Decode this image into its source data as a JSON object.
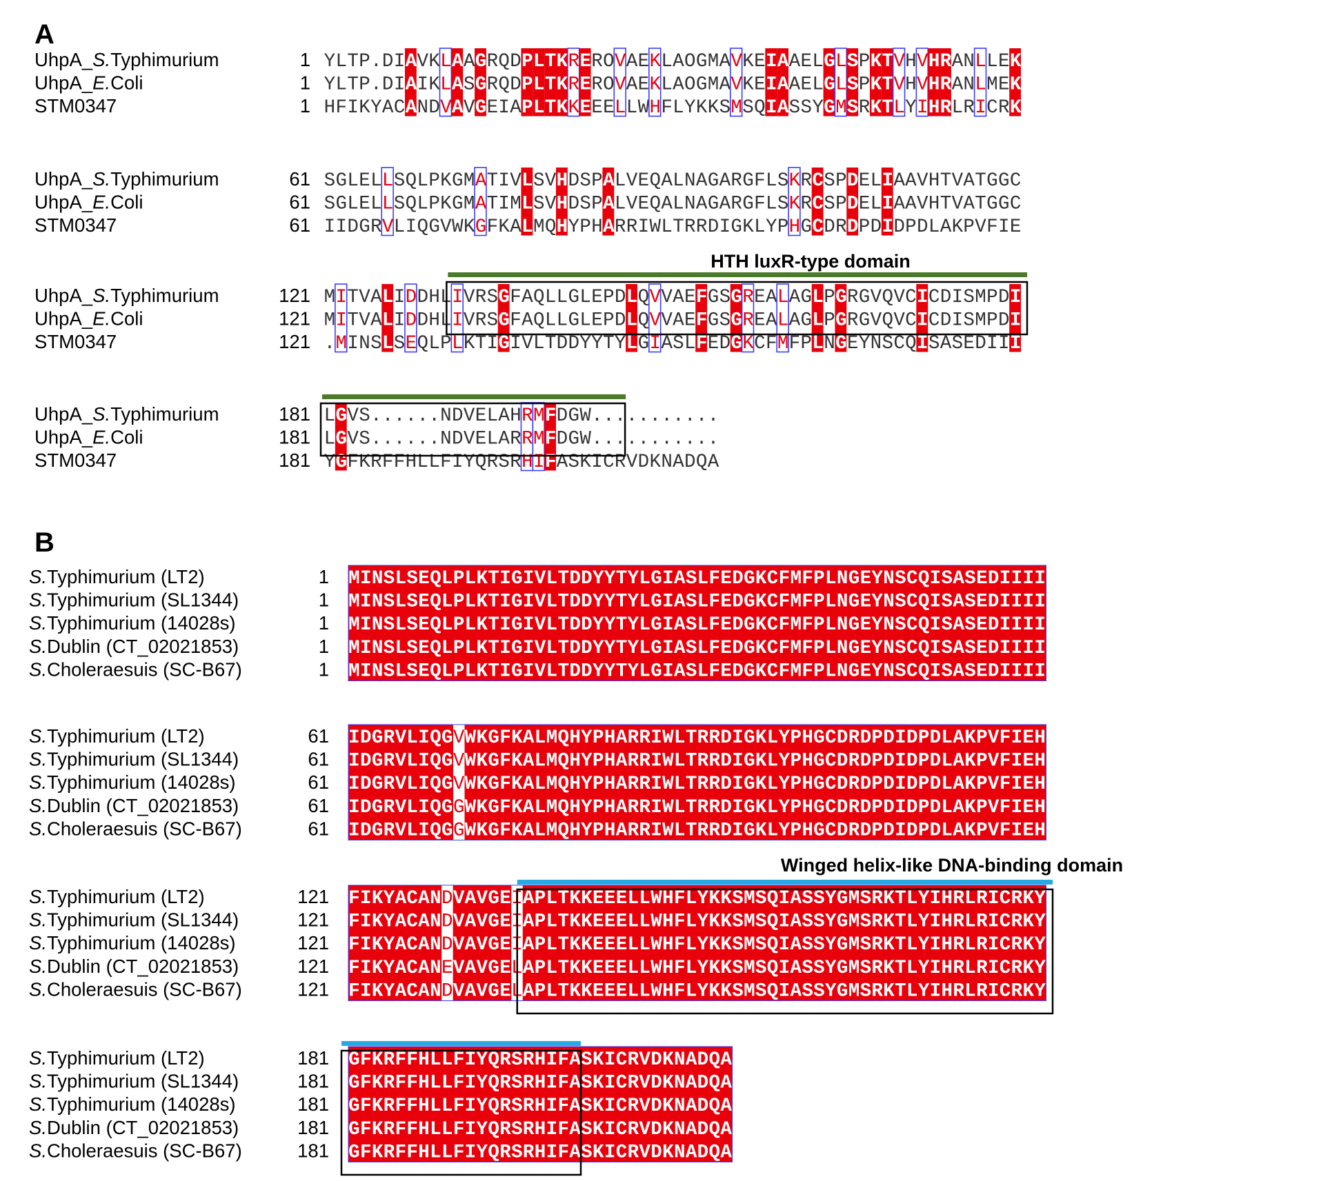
{
  "colors": {
    "strict": "#e8000b",
    "similar_text": "#e8000b",
    "similar_box": "#3b3bff",
    "domain_A": "#4a7a2a",
    "domain_B": "#27aae1",
    "frame": "#000000"
  },
  "panels": [
    {
      "label": "A",
      "domain": {
        "label": "HTH luxR-type domain",
        "start": 63,
        "end": 197
      },
      "sequences": [
        {
          "name_parts": [
            {
              "t": "UhpA_",
              "i": false
            },
            {
              "t": "S.",
              "i": true
            },
            {
              "t": "Typhimurium",
              "i": false
            }
          ],
          "in_domain": true
        },
        {
          "name_parts": [
            {
              "t": "UhpA_",
              "i": false
            },
            {
              "t": "E.",
              "i": true
            },
            {
              "t": "Coli",
              "i": false
            }
          ],
          "in_domain": true
        },
        {
          "name_parts": [
            {
              "t": "STM0347",
              "i": false
            }
          ],
          "in_domain": false
        }
      ],
      "blocks": [
        {
          "start": "1",
          "offset": 0,
          "seqs": [
            "YLTP.DIAVKLAAGRQDPLTKREROVAEKLAOGMAVKEIAAELGLSPKTVHVHRANLLEK",
            "YLTP.DIAIKLASGRQDPLTKREROVAEKLAOGMAVKEIAAELGLSPKTVHVHRANLMEK",
            "HFIKYACANDVAVGEIAPLTKKEEELLWHFLYKKSMSQIASSYGMSRKTLYIHRLRICRK"
          ],
          "cons": "...........................................................s"
        },
        {
          "start": "61",
          "offset": 60,
          "seqs": [
            "SGLELLSQLPKGMATIVLSVHDSPALVEQALNAGARGFLSKRCSPDELIAAVHTVATGGC",
            "SGLELLSQLPKGMATIMLSVHDSPALVEQALNAGARGFLSKRCSPDELIAAVHTVATGGC",
            "IIDGRVLIQGVWKGFKALMQHYPHARRIWLTRRDIGKLYPHGCDRDPDIDPDLAKPVFIE"
          ],
          "cons": "............................................................"
        },
        {
          "start": "121",
          "offset": 120,
          "seqs": [
            "MITVALIDDHLIVRSGFAQLLGLEPDLQVVAEFGSGREALAGLPGRGVQVCICDISMPDI",
            "MITVALIDDHLIVRSGFAQLLGLEPDLQVVAEFGSGREALAGLPGRGVQVCICDISMPDI",
            ".MINSLSEQLPLKTIGIVLTDDYYTYLGIASLFEDGKCFMFPLNGEYNSCQISASEDIII"
          ],
          "cons": "............................................................"
        },
        {
          "start": "181",
          "offset": 180,
          "seqs": [
            "LGVS......NDVELAHRMFDGW...........",
            "LGVS......NDVELARRMFDGW...........",
            "YGFKRFFHLLFIYQRSRHIFASKICRVDKNADQA"
          ],
          "cons": ".................................."
        }
      ]
    },
    {
      "label": "B",
      "domain": {
        "label": "Winged helix-like DNA-binding domain",
        "start": 137,
        "end": 193
      },
      "sequences": [
        {
          "name_parts": [
            {
              "t": "S.",
              "i": true
            },
            {
              "t": "Typhimurium  (LT2)",
              "i": false
            }
          ]
        },
        {
          "name_parts": [
            {
              "t": "S.",
              "i": true
            },
            {
              "t": "Typhimurium  (SL1344)",
              "i": false
            }
          ]
        },
        {
          "name_parts": [
            {
              "t": "S.",
              "i": true
            },
            {
              "t": "Typhimurium  (14028s)",
              "i": false
            }
          ]
        },
        {
          "name_parts": [
            {
              "t": "S.",
              "i": true
            },
            {
              "t": "Dublin  (CT_02021853)",
              "i": false
            }
          ]
        },
        {
          "name_parts": [
            {
              "t": "S.",
              "i": true
            },
            {
              "t": "Choleraesuis  (SC-B67)",
              "i": false
            }
          ]
        }
      ],
      "blocks": [
        {
          "start": "1",
          "seqs": [
            "MINSLSEQLPLKTIGIVLTDDYYTYLGIASLFEDGKCFMFPLNGEYNSCQISASEDIIII",
            "MINSLSEQLPLKTIGIVLTDDYYTYLGIASLFEDGKCFMFPLNGEYNSCQISASEDIIII",
            "MINSLSEQLPLKTIGIVLTDDYYTYLGIASLFEDGKCFMFPLNGEYNSCQISASEDIIII",
            "MINSLSEQLPLKTIGIVLTDDYYTYLGIASLFEDGKCFMFPLNGEYNSCQISASEDIIII",
            "MINSLSEQLPLKTIGIVLTDDYYTYLGIASLFEDGKCFMFPLNGEYNSCQISASEDIIII"
          ]
        },
        {
          "start": "61",
          "seqs": [
            "IDGRVLIQGVWKGFKALMQHYPHARRIWLTRRDIGKLYPHGCDRDPDIDPDLAKPVFIEH",
            "IDGRVLIQGVWKGFKALMQHYPHARRIWLTRRDIGKLYPHGCDRDPDIDPDLAKPVFIEH",
            "IDGRVLIQGVWKGFKALMQHYPHARRIWLTRRDIGKLYPHGCDRDPDIDPDLAKPVFIEH",
            "IDGRVLIQGGWKGFKALMQHYPHARRIWLTRRDIGKLYPHGCDRDPDIDPDLAKPVFIEH",
            "IDGRVLIQGGWKGFKALMQHYPHARRIWLTRRDIGKLYPHGCDRDPDIDPDLAKPVFIEH"
          ]
        },
        {
          "start": "121",
          "seqs": [
            "FIKYACANDVAVGEIAPLTKKEEELLWHFLYKKSMSQIASSYGMSRKTLYIHRLRICRKY",
            "FIKYACANDVAVGEIAPLTKKEEELLWHFLYKKSMSQIASSYGMSRKTLYIHRLRICRKY",
            "FIKYACANDVAVGEIAPLTKKEEELLWHFLYKKSMSQIASSYGMSRKTLYIHRLRICRKY",
            "FIKYACANEVAVGELAPLTKKEEELLWHFLYKKSMSQIASSYGMSRKTLYIHRLRICRKY",
            "FIKYACANDVAVGELAPLTKKEEELLWHFLYKKSMSQIASSYGMSRKTLYIHRLRICRKY"
          ]
        },
        {
          "start": "181",
          "seqs": [
            "GFKRFFHLLFIYQRSRHIFASKICRVDKNADQA",
            "GFKRFFHLLFIYQRSRHIFASKICRVDKNADQA",
            "GFKRFFHLLFIYQRSRHIFASKICRVDKNADQA",
            "GFKRFFHLLFIYQRSRHIFASKICRVDKNADQA",
            "GFKRFFHLLFIYQRSRHIFASKICRVDKNADQA"
          ]
        }
      ]
    }
  ],
  "panel_A_rows": {
    "block1": {
      "r1": "YLTP.DIAVKLAAGRQDPLTKREROVAEKLAOGMAVKEIAAELGLSPKTVHVHRANLLEK",
      "r2": "YLTP.DIAIKLASGRQDPLTKREROVAEKLAOGMAVKEIAAELGLSPKTVHVHRANLMEK",
      "r3": "HFIKYACANDVAVGEIAPLTKKEEELLWHFLYKKSMSQIASSYGMSRKTLYIHRLRICRK"
    }
  }
}
